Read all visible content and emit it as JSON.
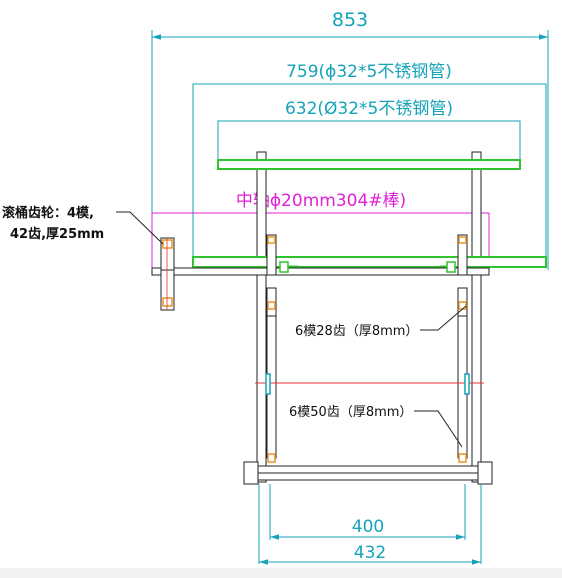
{
  "dimensions": {
    "overall_width": "853",
    "outer_pipe": "759(ϕ32*5不锈钢管)",
    "inner_pipe": "632(Ø32*5不锈钢管)",
    "shaft": "中轴ϕ20mm304#棒)",
    "frame_inner": "400",
    "frame_outer": "432"
  },
  "notes": {
    "drum_gear_line1": "滚桶齿轮：4模,",
    "drum_gear_line2": "42齿,厚25mm",
    "gear_28": "6模28齿（厚8mm）",
    "gear_50": "6模50齿（厚8mm）"
  },
  "colors": {
    "dimension": "#14a3b8",
    "pipe_green": "#2fc42f",
    "shaft_magenta": "#e01fd8",
    "frame": "#222222",
    "gear_orange": "#e8962a",
    "center_red": "#e83030"
  }
}
